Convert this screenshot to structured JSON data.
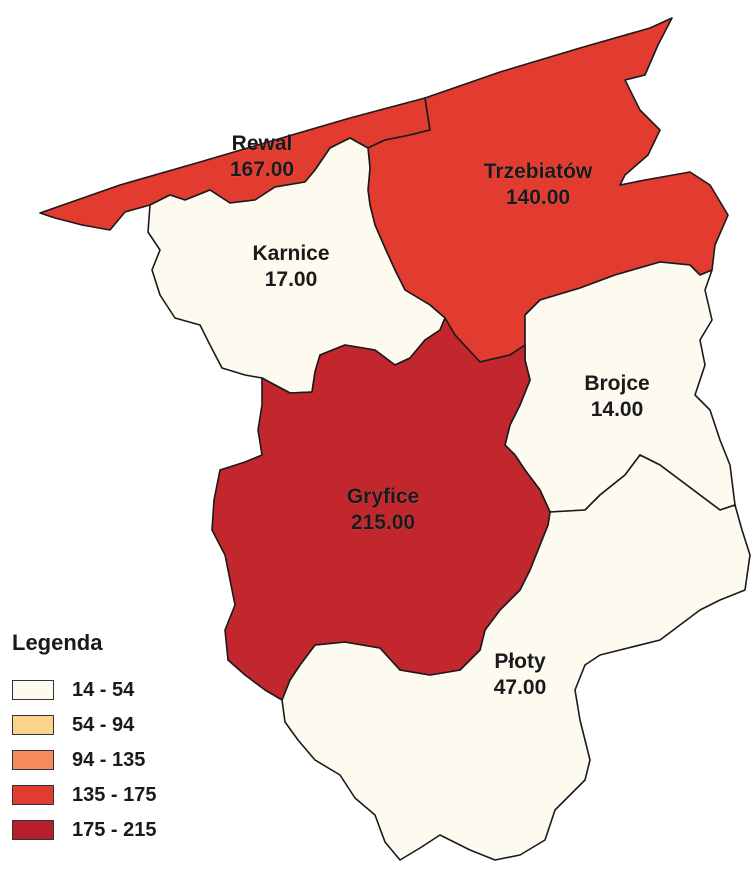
{
  "regions": {
    "rewal": {
      "name": "Rewal",
      "value": "167.00",
      "color": "#e23b2f"
    },
    "trzebiatow": {
      "name": "Trzebiatów",
      "value": "140.00",
      "color": "#e23b2f"
    },
    "karnice": {
      "name": "Karnice",
      "value": "17.00",
      "color": "#fdfaf0"
    },
    "brojce": {
      "name": "Brojce",
      "value": "14.00",
      "color": "#fdfaf0"
    },
    "gryfice": {
      "name": "Gryfice",
      "value": "215.00",
      "color": "#c1272d"
    },
    "ploty": {
      "name": "Płoty",
      "value": "47.00",
      "color": "#fdfaf0"
    }
  },
  "legend": {
    "title": "Legenda",
    "items": [
      {
        "label": "14 - 54",
        "color": "#fdfaf0"
      },
      {
        "label": "54 - 94",
        "color": "#fbd38c"
      },
      {
        "label": "94 - 135",
        "color": "#f58a5b"
      },
      {
        "label": "135 - 175",
        "color": "#e23b2f"
      },
      {
        "label": "175 - 215",
        "color": "#b81f2c"
      }
    ]
  }
}
